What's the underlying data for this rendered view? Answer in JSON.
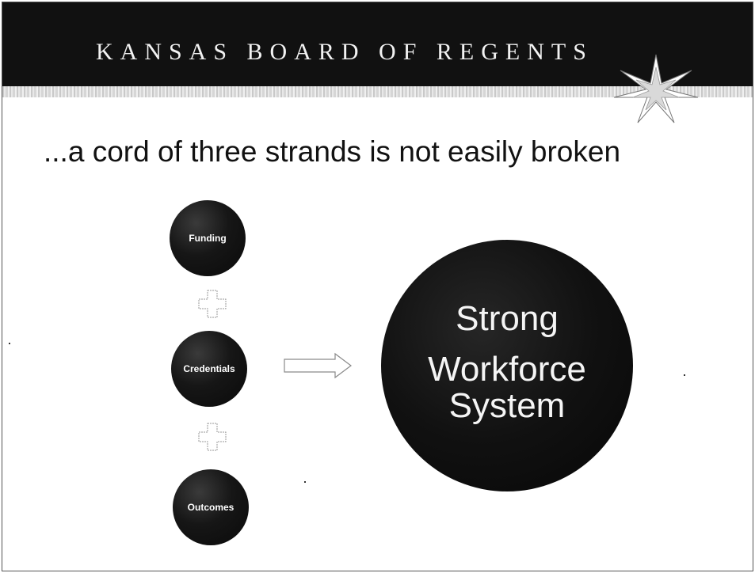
{
  "header": {
    "title": "KANSAS BOARD OF REGENTS"
  },
  "subtitle": "...a cord of three strands is not easily broken",
  "strands": [
    {
      "label": "Funding"
    },
    {
      "label": "Credentials"
    },
    {
      "label": "Outcomes"
    }
  ],
  "result": {
    "line1": "Strong",
    "line2": "Workforce",
    "line3": "System"
  },
  "colors": {
    "header_bg": "#111111",
    "circle_fill": "#111111",
    "text_light": "#ffffff"
  }
}
